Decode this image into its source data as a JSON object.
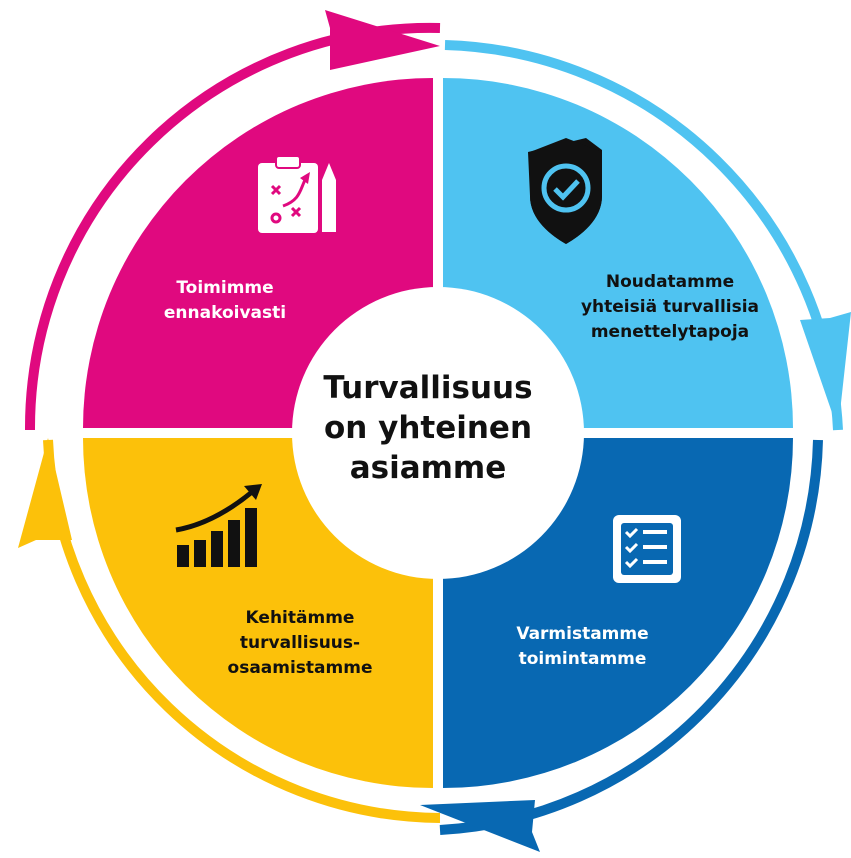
{
  "center": {
    "line1": "Turvallisuus",
    "line2": "on yhteinen",
    "line3": "asiamme"
  },
  "quadrants": [
    {
      "id": "top-left",
      "color": "#e0097f",
      "icon": "clipboard-strategy-icon",
      "lines": [
        "Toimimme",
        "ennakoivasti"
      ]
    },
    {
      "id": "top-right",
      "color": "#4fc3f1",
      "icon": "shield-check-icon",
      "lines": [
        "Noudatamme",
        "yhteisiä turvallisia",
        "menettelytapoja"
      ]
    },
    {
      "id": "bottom-right",
      "color": "#0868b2",
      "icon": "checklist-icon",
      "lines": [
        "Varmistamme",
        "toimintamme"
      ]
    },
    {
      "id": "bottom-left",
      "color": "#fcc10a",
      "icon": "growth-chart-icon",
      "lines": [
        "Kehitämme",
        "turvallisuus-",
        "osaamistamme"
      ]
    }
  ]
}
